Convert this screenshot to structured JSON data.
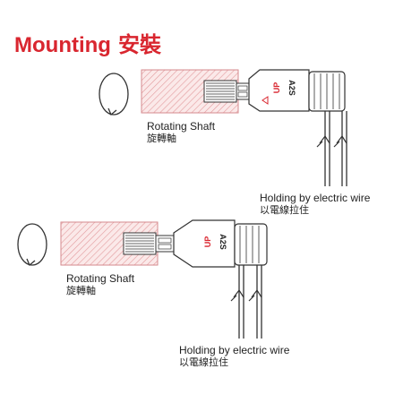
{
  "header": {
    "title_en": "Mounting",
    "title_cn": "安裝"
  },
  "assembly_1": {
    "shaft_label_en": "Rotating Shaft",
    "shaft_label_cn": "旋轉軸",
    "wire_label_en": "Holding by electric wire",
    "wire_label_cn": "以電線拉住",
    "brand": "UP",
    "model": "A2S"
  },
  "assembly_2": {
    "shaft_label_en": "Rotating Shaft",
    "shaft_label_cn": "旋轉軸",
    "wire_label_en": "Holding by electric wire",
    "wire_label_cn": "以電線拉住",
    "brand": "UP",
    "model": "A2S"
  },
  "colors": {
    "accent": "#d9262f",
    "hatch": "#e3a7a9",
    "line": "#333333"
  }
}
